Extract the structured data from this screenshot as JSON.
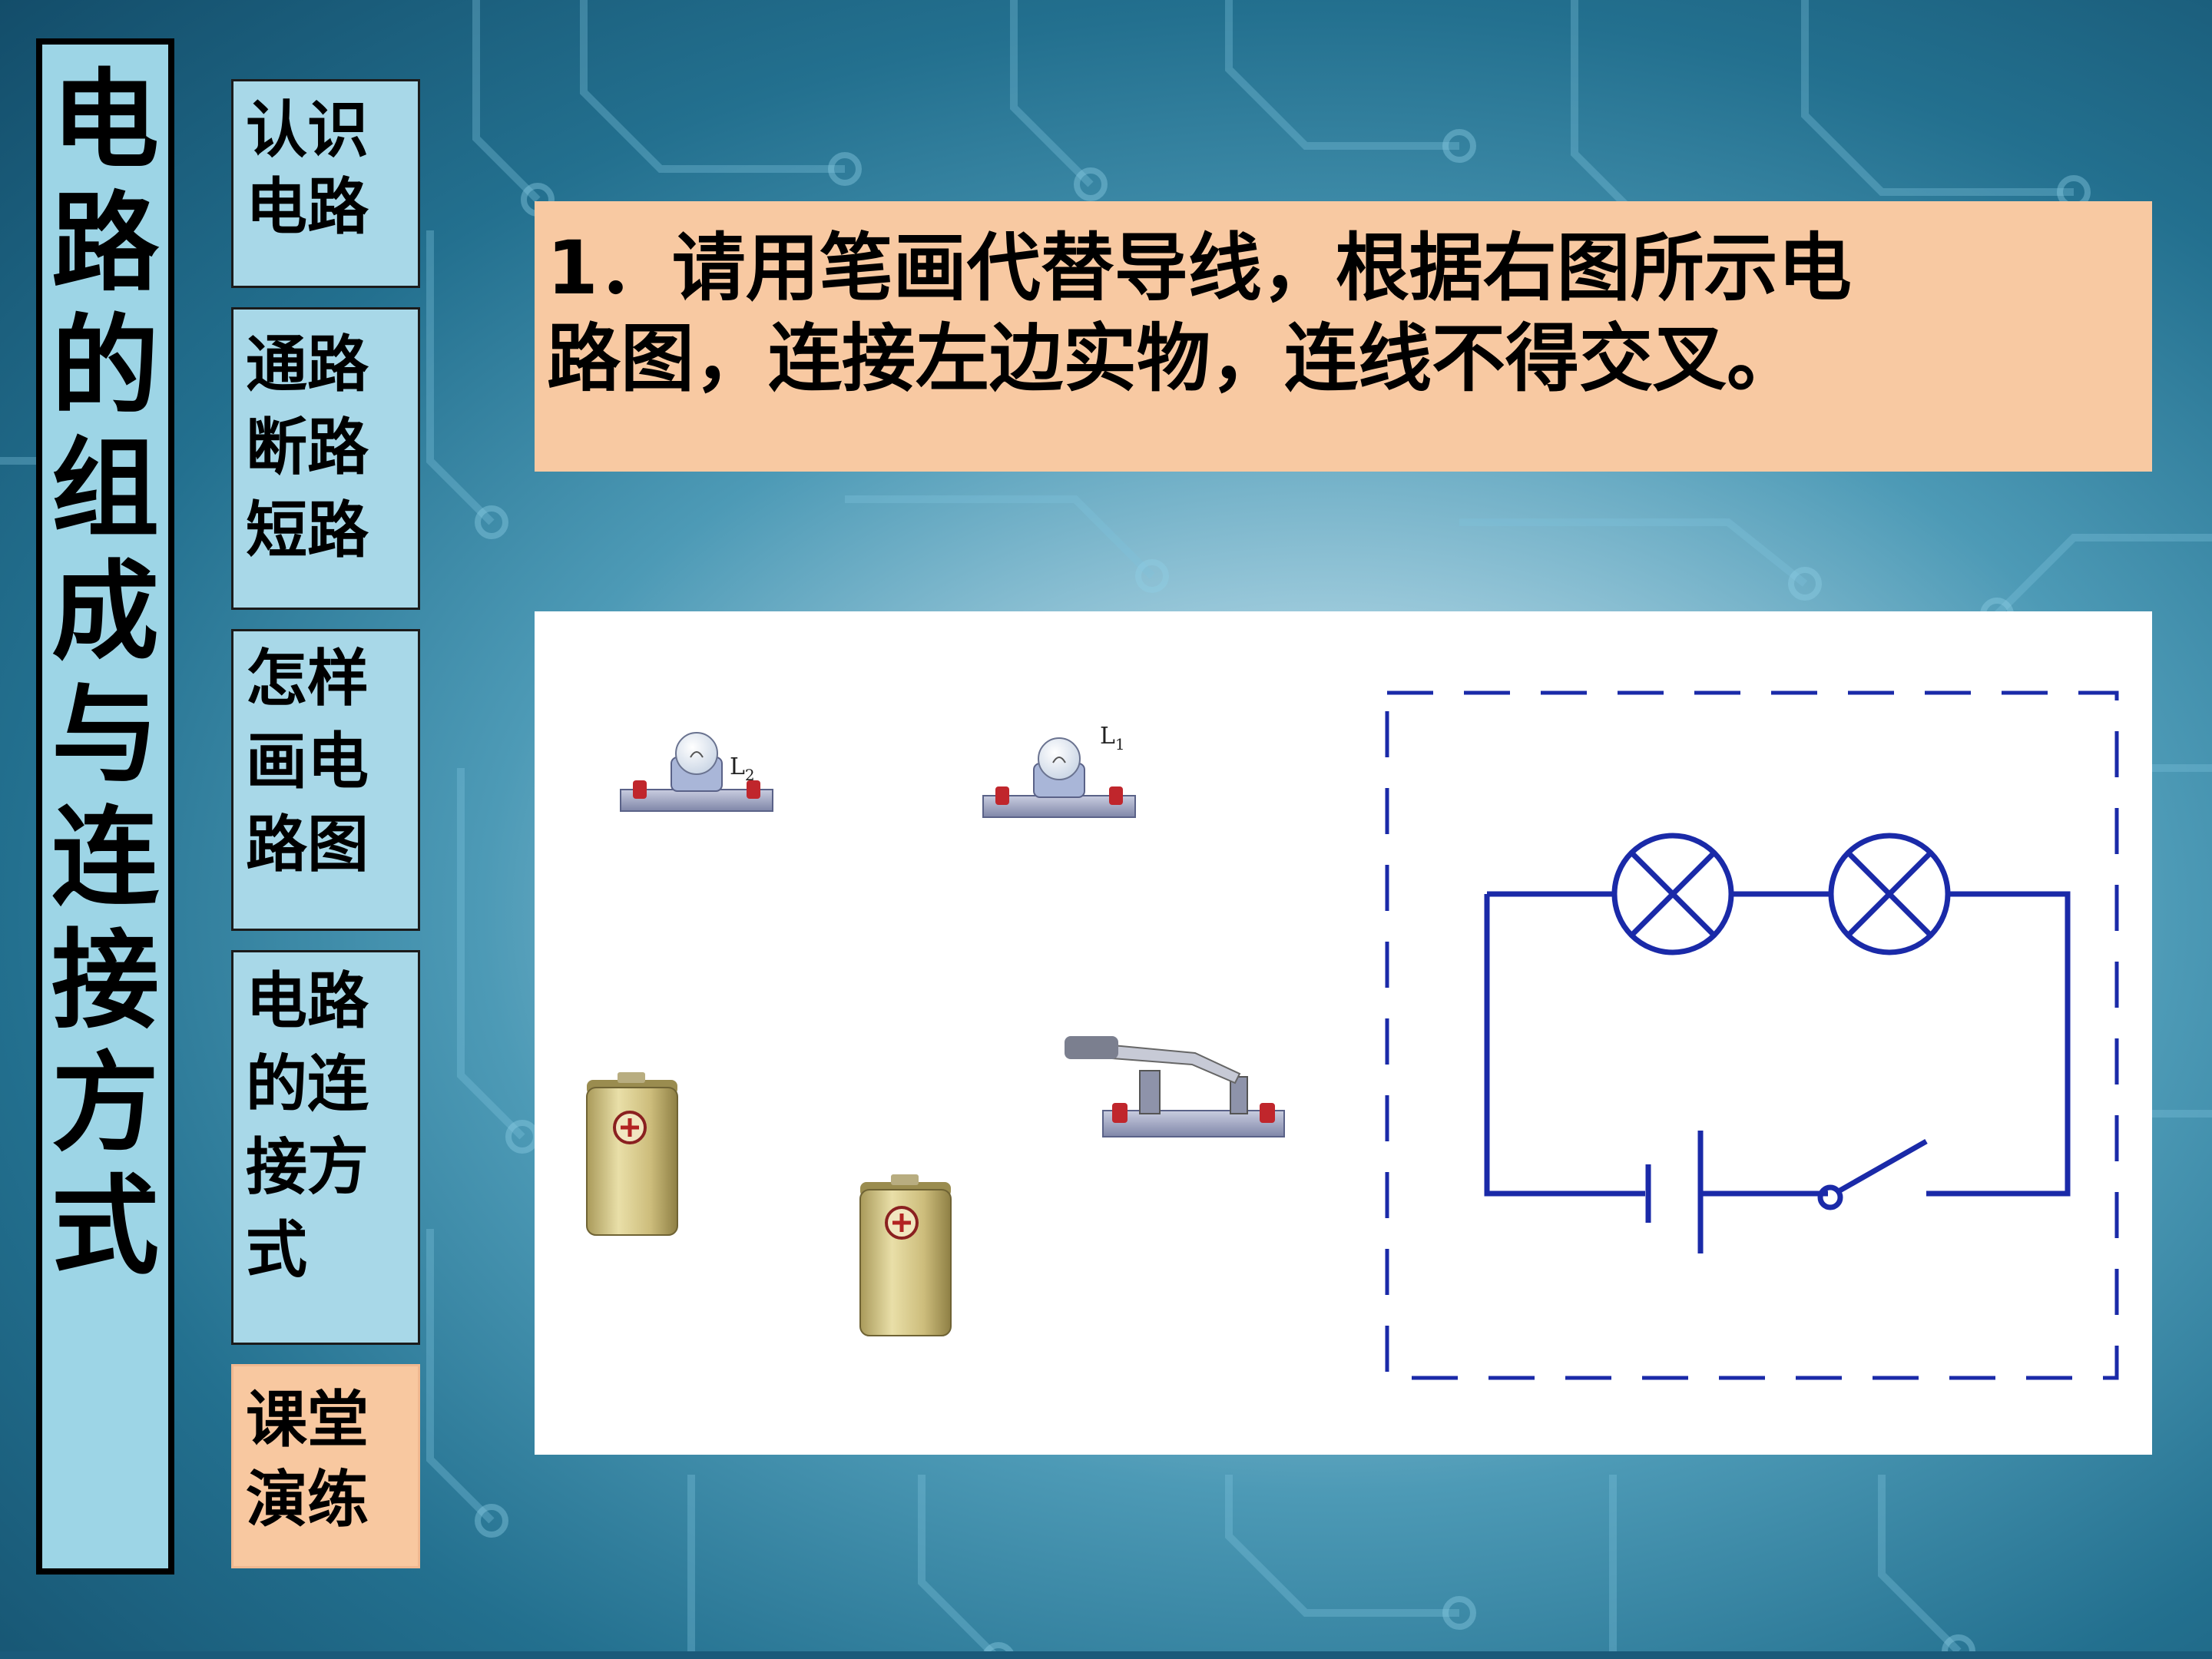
{
  "title": {
    "chars": [
      "电",
      "路",
      "的",
      "组",
      "成",
      "与",
      "连",
      "接",
      "方",
      "式"
    ]
  },
  "nav": {
    "items": [
      {
        "lines": [
          "认识",
          "电路"
        ]
      },
      {
        "lines": [
          "通路",
          "断路",
          "短路"
        ]
      },
      {
        "lines": [
          "怎样",
          "画电",
          "路图"
        ]
      },
      {
        "lines": [
          "电路",
          "的连",
          "接方",
          "式"
        ]
      },
      {
        "lines": [
          "课堂",
          "演练"
        ],
        "active": true
      }
    ]
  },
  "question": {
    "lines": [
      "1．请用笔画代替导线，根据右图所示电",
      "路图，连接左边实物，连线不得交叉。"
    ]
  },
  "figure": {
    "components": [
      "bulb",
      "bulb",
      "battery",
      "battery",
      "switch"
    ],
    "labels": {
      "bulb_left": "L",
      "bulb_left_sub": "2",
      "bulb_right": "L",
      "bulb_right_sub": "1"
    }
  },
  "colors": {
    "title_bg": "#9dd5e6",
    "nav_bg": "#a8d8e8",
    "nav_active_bg": "#f8c8a0",
    "question_bg": "#f8c9a2",
    "circuit_line": "#1a2aa8"
  }
}
